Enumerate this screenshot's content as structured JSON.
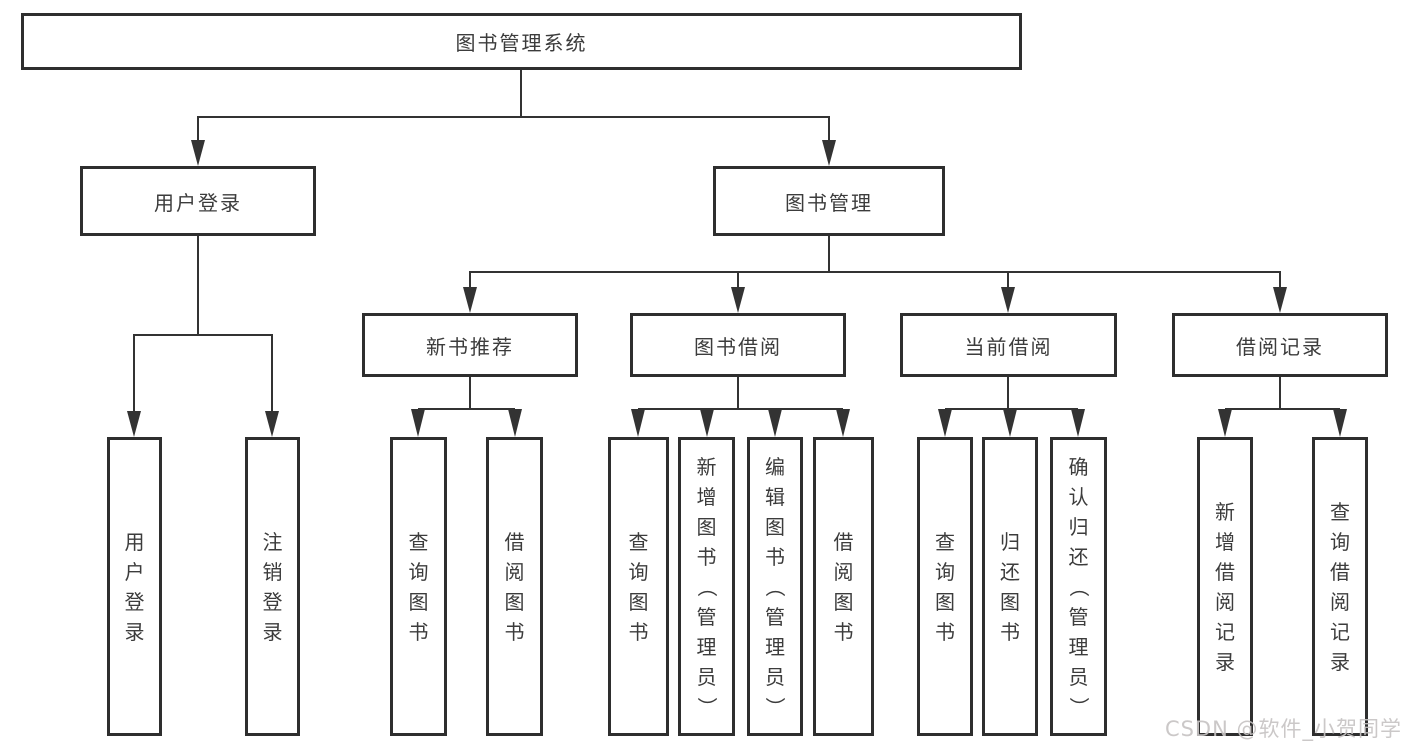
{
  "tree": {
    "label": "图书管理系统",
    "children": [
      {
        "label": "用户登录",
        "children": [
          {
            "label": "用户登录"
          },
          {
            "label": "注销登录"
          }
        ]
      },
      {
        "label": "图书管理",
        "children": [
          {
            "label": "新书推荐",
            "children": [
              {
                "label": "查询图书"
              },
              {
                "label": "借阅图书"
              }
            ]
          },
          {
            "label": "图书借阅",
            "children": [
              {
                "label": "查询图书"
              },
              {
                "label": "新增图书（管理员）"
              },
              {
                "label": "编辑图书（管理员）"
              },
              {
                "label": "借阅图书"
              }
            ]
          },
          {
            "label": "当前借阅",
            "children": [
              {
                "label": "查询图书"
              },
              {
                "label": "归还图书"
              },
              {
                "label": "确认归还（管理员）"
              }
            ]
          },
          {
            "label": "借阅记录",
            "children": [
              {
                "label": "新增借阅记录"
              },
              {
                "label": "查询借阅记录"
              }
            ]
          }
        ]
      }
    ]
  },
  "watermark": {
    "text": "CSDN @软件_小贺同学"
  },
  "colors": {
    "line": "#333333",
    "box_border": "#2e2e2e",
    "text": "#3c3c3c",
    "watermark": "#c7c3c3",
    "background": "#ffffff"
  }
}
